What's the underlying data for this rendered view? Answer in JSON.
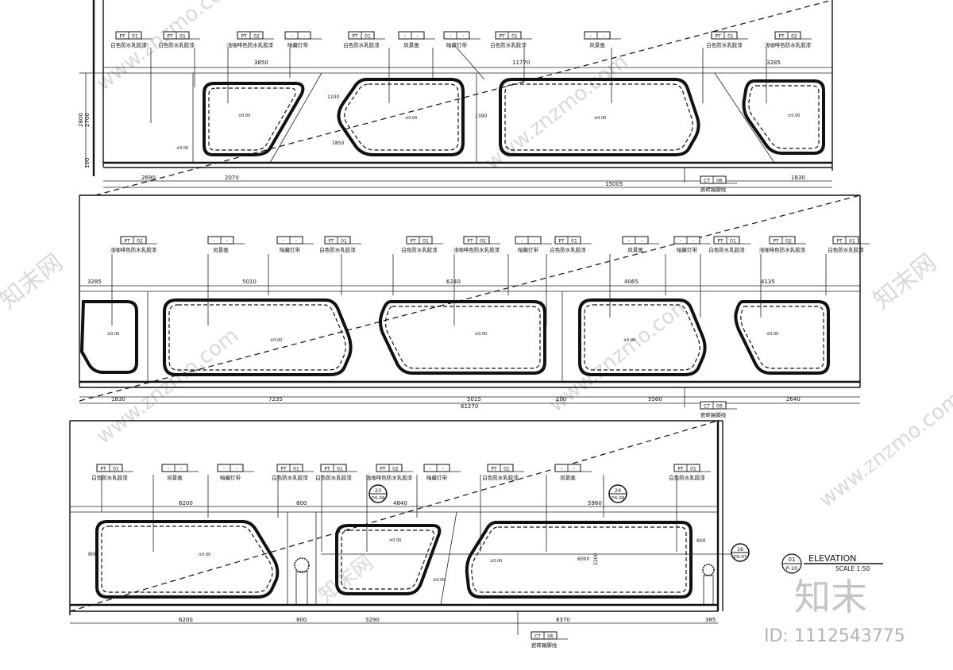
{
  "watermarks": {
    "logo_big": "知末",
    "id_line": "ID: 1112543775",
    "url_text": "www.znzmo.com",
    "side_text": "知末网"
  },
  "title_block": {
    "circle_top": "01",
    "circle_bottom": "P-10",
    "title": "ELEVATION",
    "scale": "SCALE 1:50"
  },
  "tags": {
    "pt01": {
      "code": "PT",
      "num": "01",
      "desc": "白色防水乳胶漆"
    },
    "pt02": {
      "code": "PT",
      "num": "02",
      "desc": "浅咖啡色防水乳胶漆"
    },
    "fan": {
      "code": "-",
      "num": "-",
      "desc": "风景画"
    },
    "led": {
      "code": "-",
      "num": "-",
      "desc": "暗藏灯带"
    },
    "ct06": {
      "code": "CT",
      "num": "06",
      "desc": "瓷砖踢脚线"
    }
  },
  "section_markers": [
    {
      "top": "23",
      "bottom": "DS-09"
    },
    {
      "top": "24",
      "bottom": "DS-09"
    },
    {
      "top": "16",
      "bottom": "DS-07"
    }
  ],
  "row1": {
    "dims_top": [
      "3850",
      "11770",
      "3285"
    ],
    "dims_bottom": [
      "2690",
      "2070",
      "15005",
      "1830"
    ],
    "dims_left": [
      "2800",
      "2700",
      "100"
    ],
    "inner_dims": [
      "1100",
      "1390",
      "1850"
    ]
  },
  "row2": {
    "dims_top": [
      "3285",
      "5010",
      "6240",
      "4065",
      "4135"
    ],
    "dims_bottom": [
      "1830",
      "7235",
      "5015",
      "200",
      "5560",
      "2640"
    ],
    "dims_total": "61270"
  },
  "row3": {
    "dims_top": [
      "6200",
      "800",
      "4840",
      "5960"
    ],
    "dims_bottom": [
      "6200",
      "800",
      "3290",
      "8370",
      "385"
    ],
    "inner_dims": [
      "6000",
      "800",
      "2200",
      "600"
    ]
  },
  "level_text": "±0.00"
}
